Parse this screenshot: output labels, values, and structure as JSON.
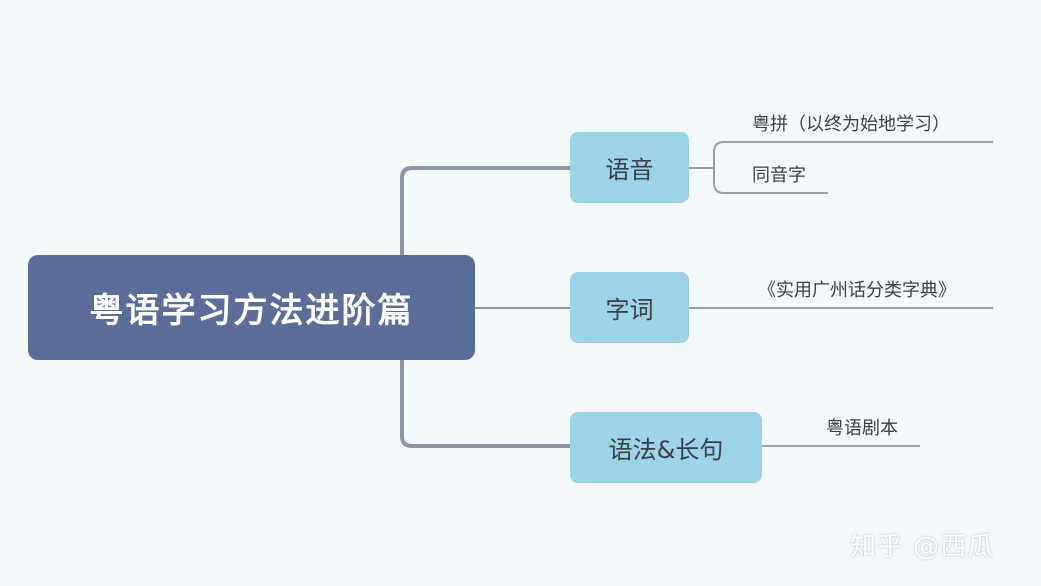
{
  "root": {
    "label": "粤语学习方法进阶篇"
  },
  "topics": [
    {
      "label": "语音",
      "leaves": [
        "粤拼（以终为始地学习）",
        "同音字"
      ]
    },
    {
      "label": "字词",
      "leaves": [
        "《实用广州话分类字典》"
      ]
    },
    {
      "label": "语法&长句",
      "leaves": [
        "粤语剧本"
      ]
    }
  ],
  "watermark": "知乎 @西瓜",
  "colors": {
    "background": "#f4f9fc",
    "root_fill": "#5b6e99",
    "topic_fill": "#9dd3e6",
    "trunk_line": "#8e96a6",
    "branch_line": "#9aa0aa"
  }
}
